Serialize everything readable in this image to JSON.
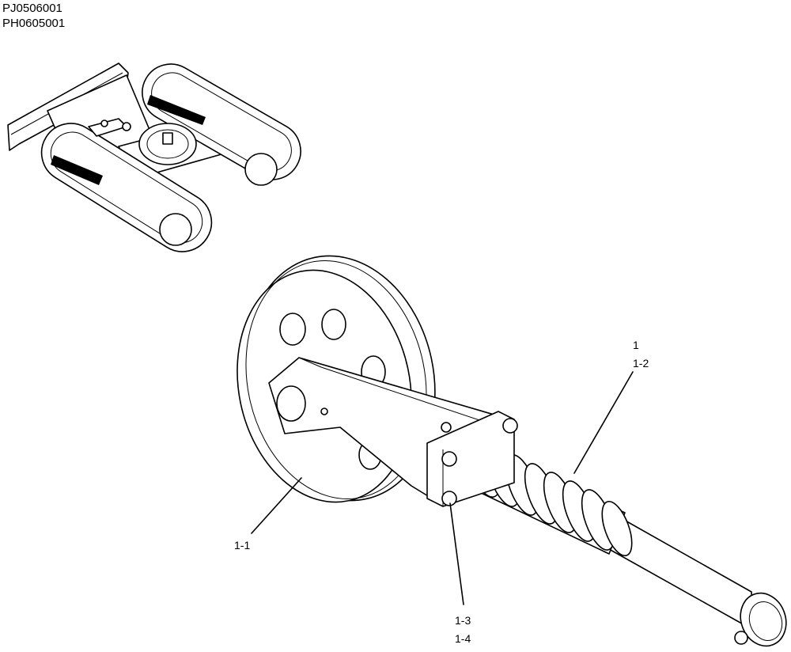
{
  "drawing_codes": [
    "PJ0506001",
    "PH0605001"
  ],
  "callouts": {
    "c1": "1",
    "c1_2": "1-2",
    "c1_1": "1-1",
    "c1_3": "1-3",
    "c1_4": "1-4"
  }
}
